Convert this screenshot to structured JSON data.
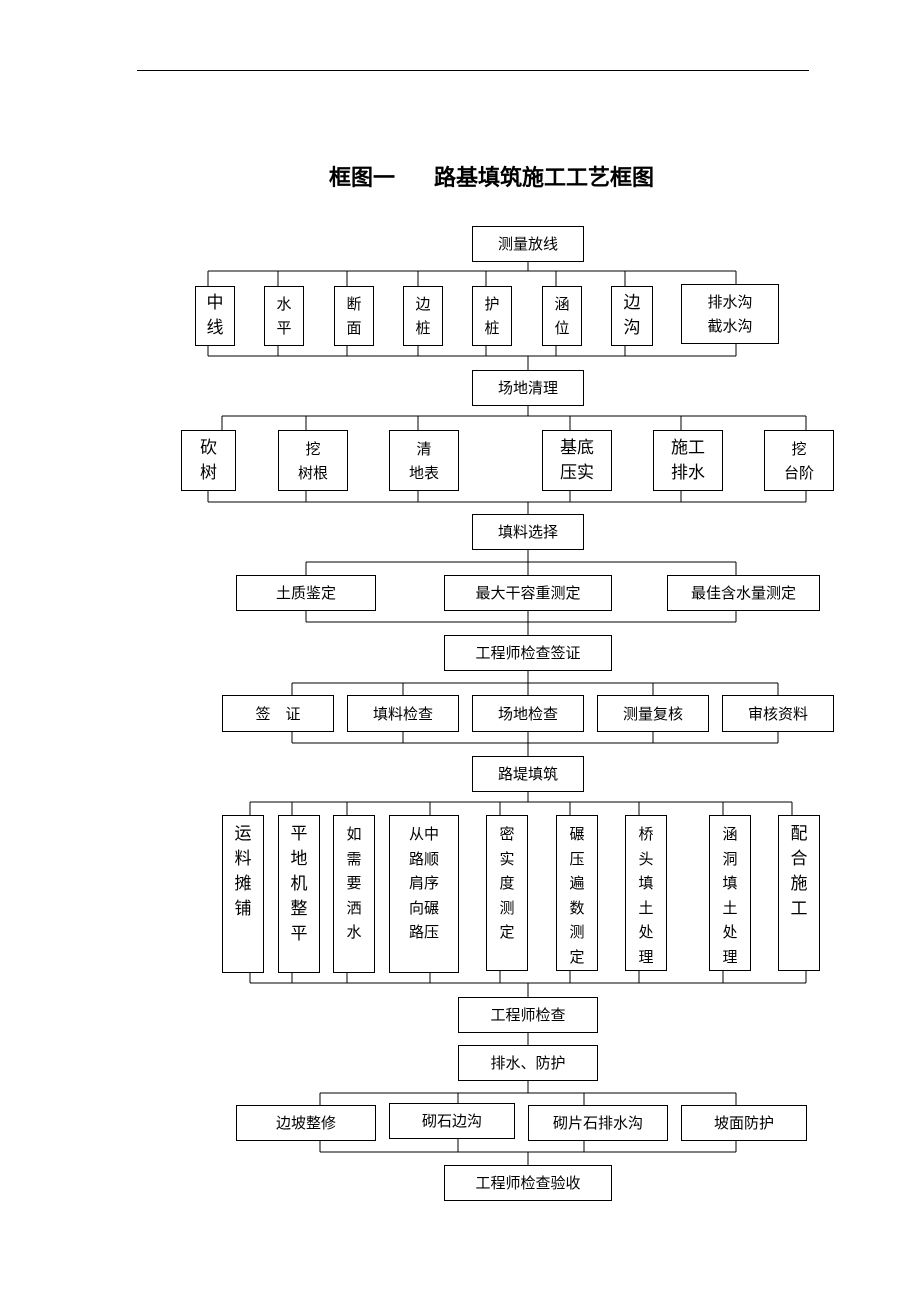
{
  "title": {
    "label": "框图一",
    "text": "路基填筑施工工艺框图"
  },
  "nodes": {
    "survey": "测量放线",
    "survey_items": [
      "中\n线",
      "水\n平",
      "断\n面",
      "边\n桩",
      "护\n桩",
      "涵\n位",
      "边\n沟",
      "排水沟\n截水沟"
    ],
    "site_clear": "场地清理",
    "clear_items": [
      "砍\n树",
      "挖\n树根",
      "清\n地表",
      "基底\n压实",
      "施工\n排水",
      "挖\n台阶"
    ],
    "fill_select": "填料选择",
    "fill_items": [
      "土质鉴定",
      "最大干容重测定",
      "最佳含水量测定"
    ],
    "engineer_sign": "工程师检查签证",
    "sign_items": [
      "签　证",
      "填料检查",
      "场地检查",
      "测量复核",
      "审核资料"
    ],
    "embank": "路堤填筑",
    "embank_items": [
      "运\n料\n摊\n铺",
      "平\n地\n机\n整\n平",
      "如\n需\n要\n洒\n水",
      "从中\n路顺\n肩序\n向碾\n路压",
      "密\n实\n度\n测\n定",
      "碾\n压\n遍\n数\n测\n定",
      "桥\n头\n填\n土\n处\n理",
      "涵\n洞\n填\n土\n处\n理",
      "配\n合\n施\n工"
    ],
    "engineer_check": "工程师检查",
    "drainage": "排水、防护",
    "drain_items": [
      "边坡整修",
      "砌石边沟",
      "砌片石排水沟",
      "坡面防护"
    ],
    "final": "工程师检查验收"
  }
}
